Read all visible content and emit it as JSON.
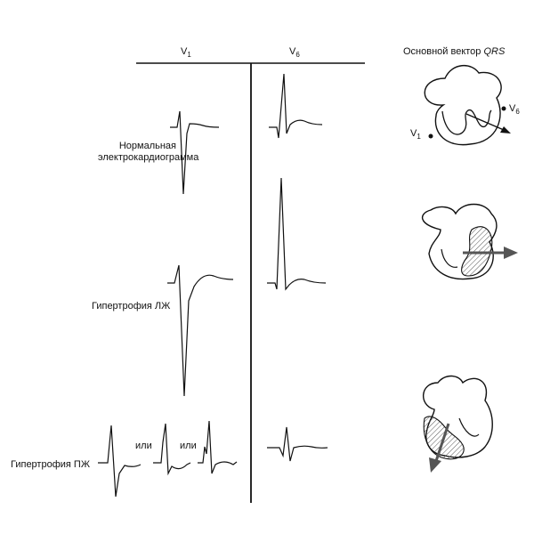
{
  "header": {
    "lead_v1": "V",
    "lead_v1_sub": "1",
    "lead_v6": "V",
    "lead_v6_sub": "6",
    "vector_title": "Основной вектор ",
    "vector_title_italic": "QRS"
  },
  "rows": {
    "normal_line1": "Нормальная",
    "normal_line2": "электрокардиограмма",
    "lvh": "Гипертрофия ЛЖ",
    "rvh": "Гипертрофия ПЖ",
    "or_1": "или",
    "or_2": "или"
  },
  "heart_labels": {
    "v1": "V",
    "v1_sub": "1",
    "v6": "V",
    "v6_sub": "6"
  },
  "colors": {
    "line": "#111111",
    "arrow_fill": "#555555",
    "hatch": "#555555"
  }
}
